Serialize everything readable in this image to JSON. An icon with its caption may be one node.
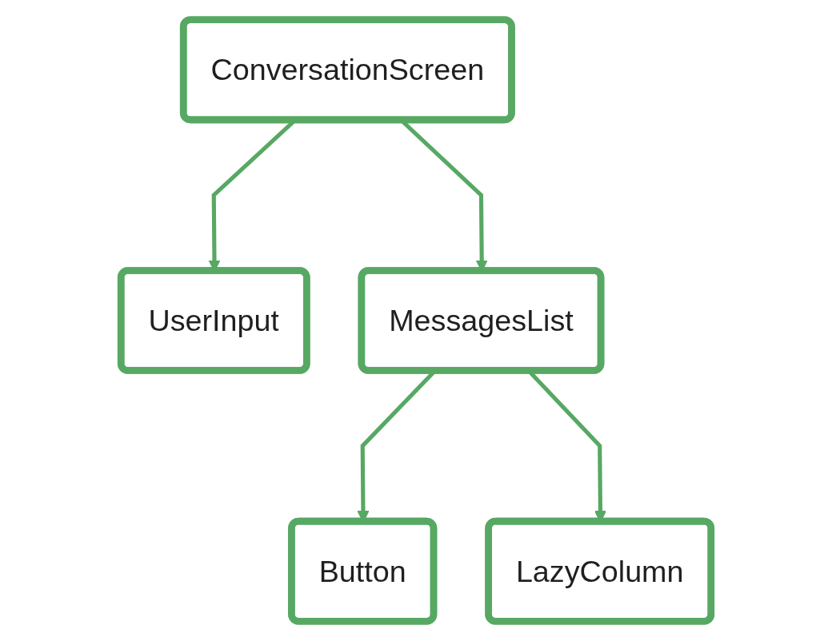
{
  "diagram": {
    "nodes": [
      {
        "text": [
          "ConversationScreen"
        ]
      },
      {
        "text": [
          "UserInput"
        ]
      },
      {
        "text": [
          "MessagesList"
        ]
      },
      {
        "text": [
          "Button"
        ]
      },
      {
        "text": [
          "LazyColumn"
        ]
      }
    ],
    "edges": [
      {
        "from": 0,
        "to": 1,
        "arrow": "to"
      },
      {
        "from": 0,
        "to": 2,
        "arrow": "to"
      },
      {
        "from": 2,
        "to": 3,
        "arrow": "to"
      },
      {
        "from": 2,
        "to": 4,
        "arrow": "to"
      }
    ]
  }
}
